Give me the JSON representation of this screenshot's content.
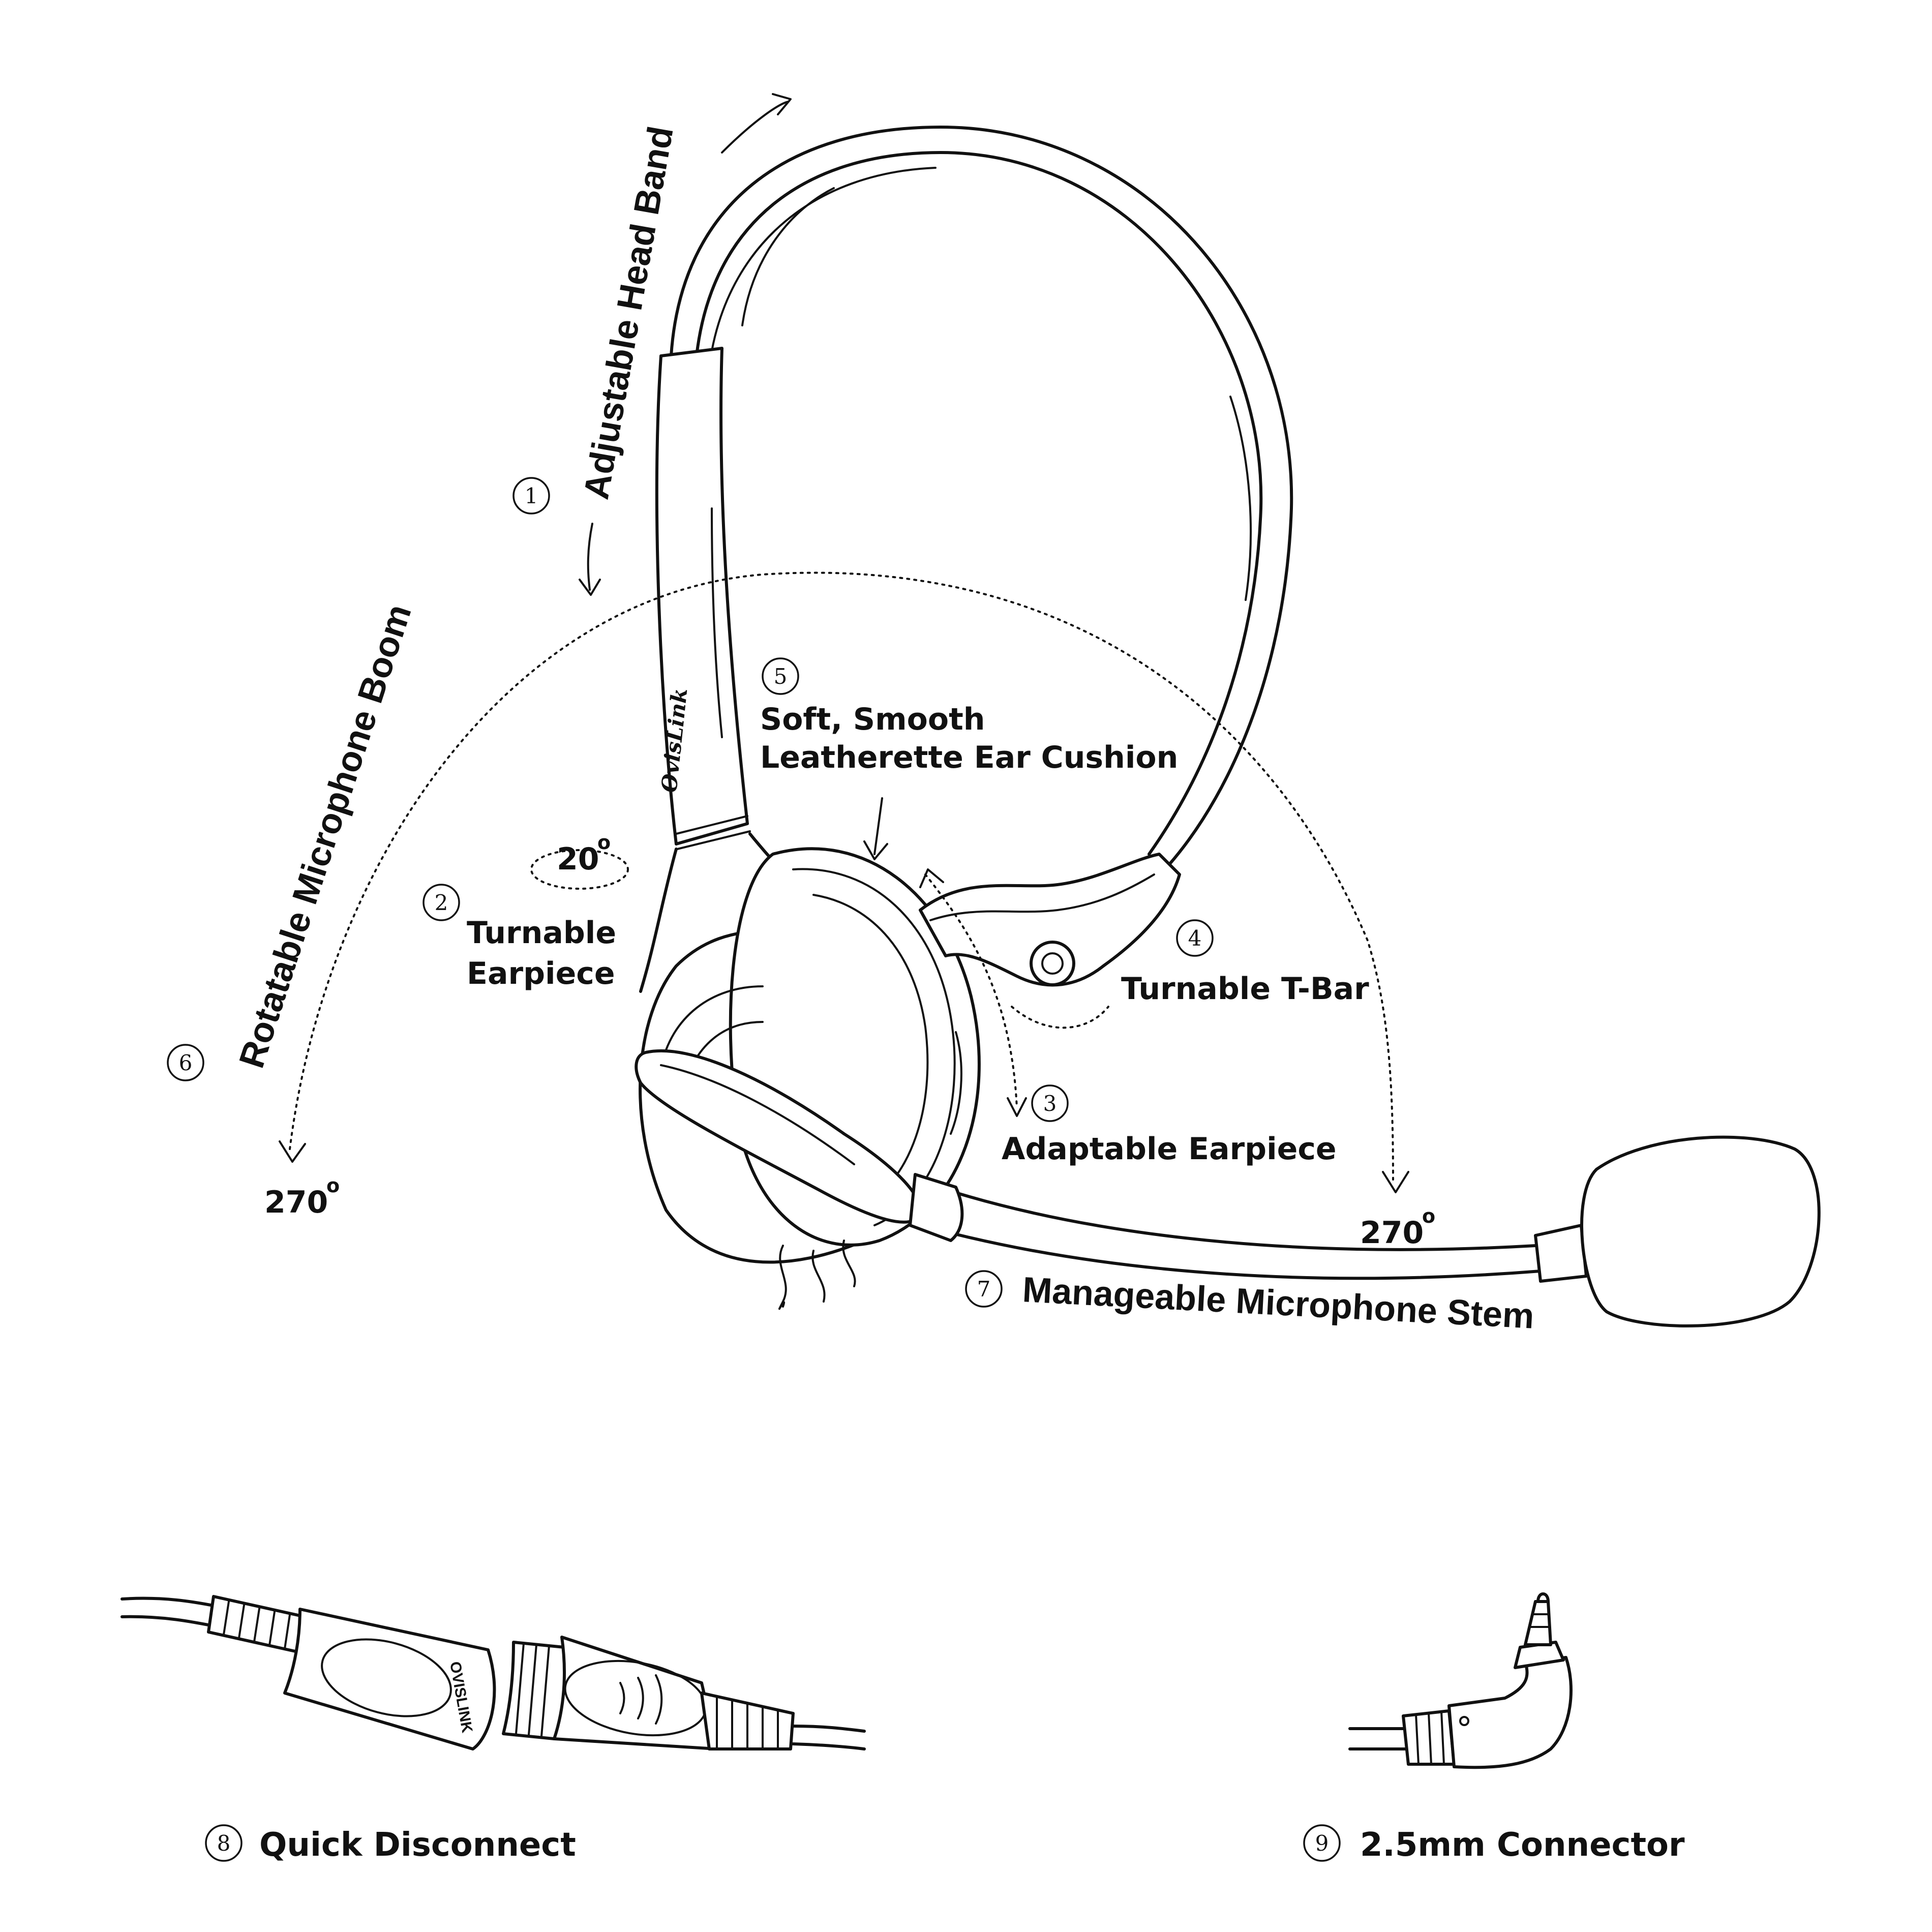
{
  "brand": "OvisLink",
  "connector_brand": "OVISLINK",
  "callouts": {
    "c1": {
      "number": "1",
      "label": "Adjustable Head Band"
    },
    "c2": {
      "number": "2",
      "line1": "Turnable",
      "line2": "Earpiece",
      "angle": "20",
      "degree_mark": "o"
    },
    "c3": {
      "number": "3",
      "label": "Adaptable Earpiece"
    },
    "c4": {
      "number": "4",
      "label": "Turnable T-Bar"
    },
    "c5": {
      "number": "5",
      "line1": "Soft, Smooth",
      "line2": "Leatherette Ear Cushion"
    },
    "c6": {
      "number": "6",
      "label": "Rotatable Microphone Boom",
      "angle": "270",
      "degree_mark": "o"
    },
    "c7": {
      "number": "7",
      "label": "Manageable Microphone Stem",
      "angle": "270",
      "degree_mark": "o"
    },
    "c8": {
      "number": "8",
      "label": "Quick Disconnect"
    },
    "c9": {
      "number": "9",
      "label": "2.5mm Connector"
    }
  }
}
